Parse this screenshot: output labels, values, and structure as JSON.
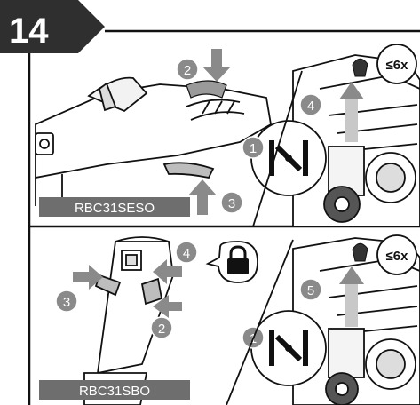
{
  "step": {
    "number": "14"
  },
  "panels": [
    {
      "id": "top",
      "model_label": "RBC31SESO",
      "callouts": [
        "1",
        "2",
        "3",
        "4"
      ],
      "prime_limit": "≤6x"
    },
    {
      "id": "bottom",
      "model_label": "RBC31SBO",
      "callouts": [
        "1",
        "2",
        "3",
        "4",
        "5"
      ],
      "prime_limit": "≤6x"
    }
  ],
  "icons": {
    "choke": "choke-closed-icon",
    "lock": "padlock-icon",
    "primer": "primer-bulb-icon"
  },
  "colors": {
    "badge": "#2f2f2f",
    "callout": "#8a8a8a",
    "label_bar": "#6e6e6e",
    "line": "#111111"
  }
}
